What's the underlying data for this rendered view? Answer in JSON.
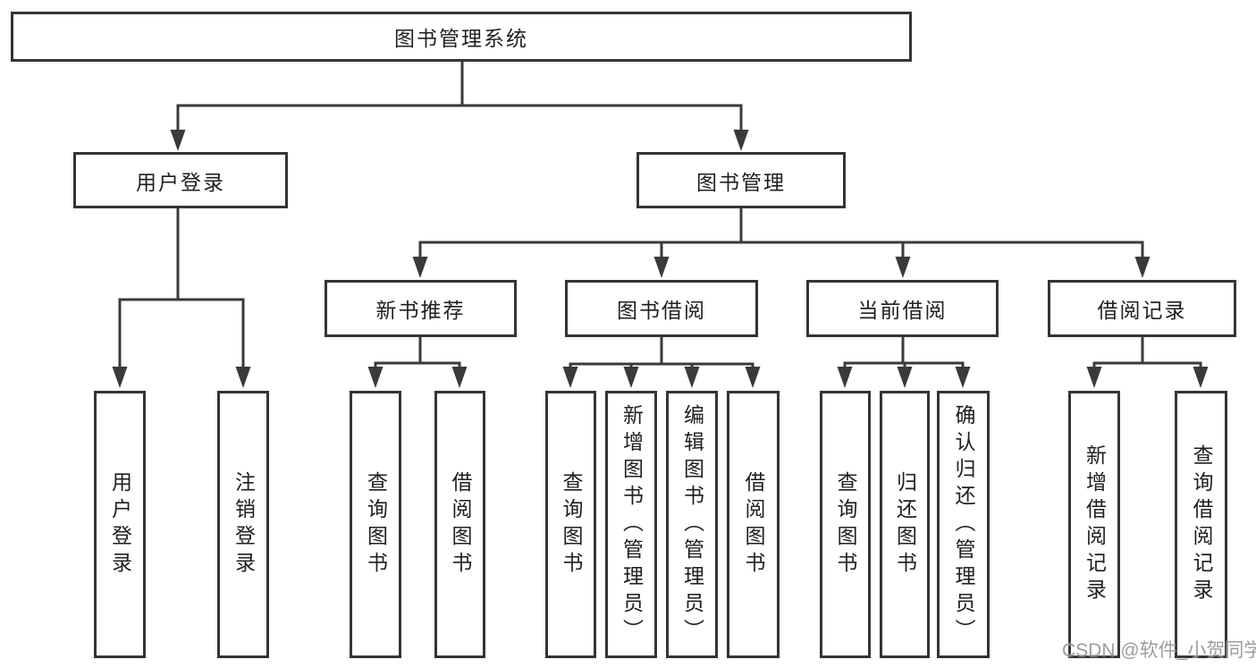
{
  "diagram_title": "图书管理系统",
  "tree": {
    "label": "图书管理系统",
    "children": [
      {
        "label": "用户登录",
        "children": [
          {
            "label": "用户登录"
          },
          {
            "label": "注销登录"
          }
        ]
      },
      {
        "label": "图书管理",
        "children": [
          {
            "label": "新书推荐",
            "children": [
              {
                "label": "查询图书"
              },
              {
                "label": "借阅图书"
              }
            ]
          },
          {
            "label": "图书借阅",
            "children": [
              {
                "label": "查询图书"
              },
              {
                "label": "新增图书（管理员）"
              },
              {
                "label": "编辑图书（管理员）"
              },
              {
                "label": "借阅图书"
              }
            ]
          },
          {
            "label": "当前借阅",
            "children": [
              {
                "label": "查询图书"
              },
              {
                "label": "归还图书"
              },
              {
                "label": "确认归还（管理员）"
              }
            ]
          },
          {
            "label": "借阅记录",
            "children": [
              {
                "label": "新增借阅记录"
              },
              {
                "label": "查询借阅记录"
              }
            ]
          }
        ]
      }
    ]
  },
  "watermark": {
    "text": "CSDN @软件_小贺同学"
  },
  "colors": {
    "line": "#3a3a3a",
    "box_border": "#343434",
    "text": "#1f1f1f",
    "watermark": "#8f8f8f",
    "background": "#ffffff"
  }
}
